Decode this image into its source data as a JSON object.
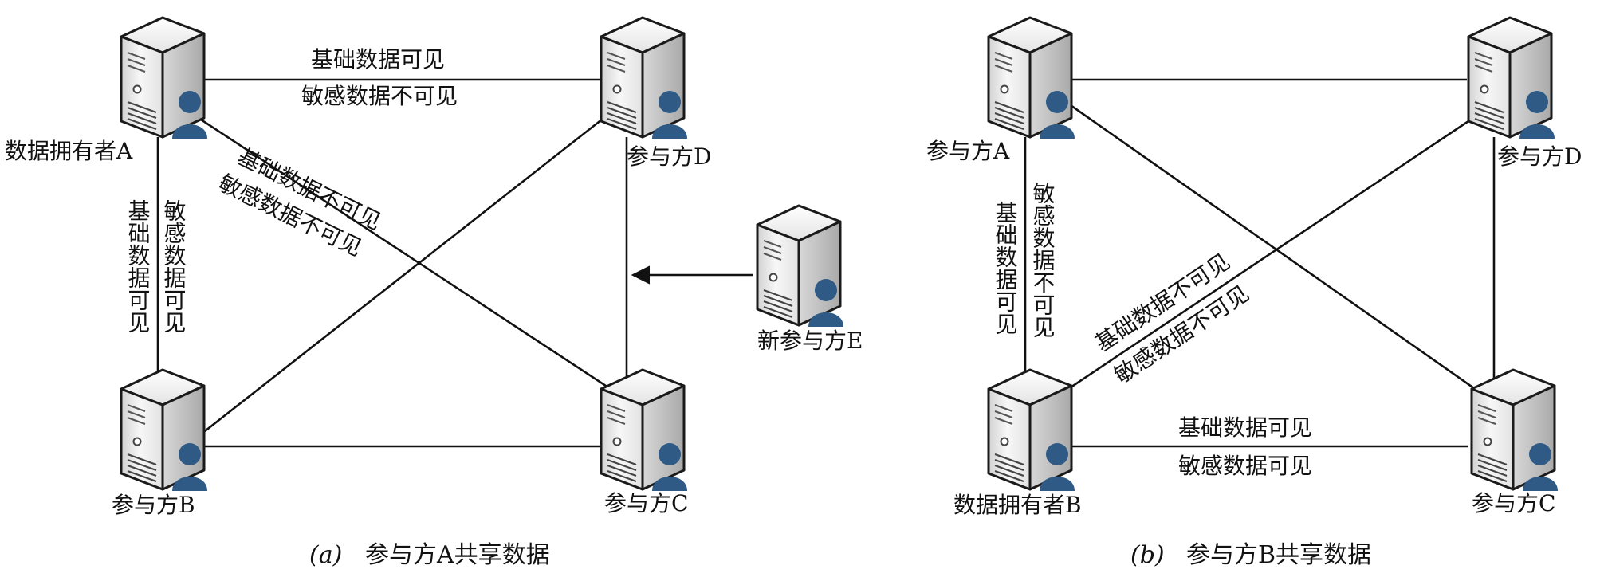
{
  "panel_a": {
    "caption_prefix": "(a)",
    "caption": "参与方A共享数据",
    "nodes": {
      "a": "数据拥有者A",
      "d": "参与方D",
      "b": "参与方B",
      "c": "参与方C",
      "e": "新参与方E"
    },
    "edge_ad": [
      "基础数据可见",
      "敏感数据不可见"
    ],
    "edge_ab_left": "基础数据可见",
    "edge_ab_right": "敏感数据可见",
    "edge_ac": [
      "基础数据不可见",
      "敏感数据不可见"
    ]
  },
  "panel_b": {
    "caption_prefix": "(b)",
    "caption": "参与方B共享数据",
    "nodes": {
      "a": "参与方A",
      "d": "参与方D",
      "b": "数据拥有者B",
      "c": "参与方C"
    },
    "edge_ab_left": "基础数据可见",
    "edge_ab_right": "敏感数据不可见",
    "edge_bd": [
      "基础数据不可见",
      "敏感数据不可见"
    ],
    "edge_bc": [
      "基础数据可见",
      "敏感数据可见"
    ]
  },
  "colors": {
    "line": "#111111",
    "server_light": "#f2f2f2",
    "server_shade": "#c4c4c4",
    "user_icon": "#2e5a85"
  },
  "icons": {
    "server": "server-with-user-icon",
    "arrow": "arrow-left-icon"
  }
}
